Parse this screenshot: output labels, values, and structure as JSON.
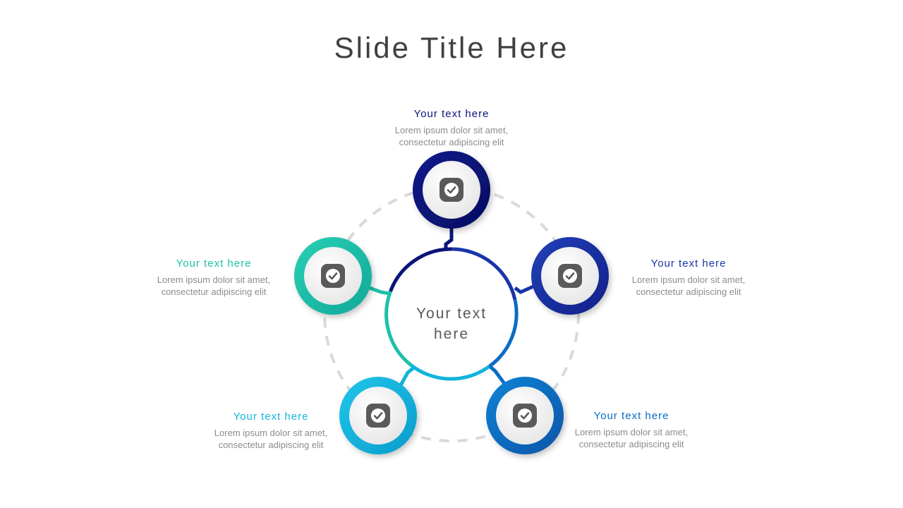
{
  "slide": {
    "title": "Slide Title Here"
  },
  "center": {
    "text": "Your text\nhere"
  },
  "colors": {
    "navy": "#0a1478",
    "blue": "#1a35a8",
    "mid_blue": "#0a6cc6",
    "cyan": "#11b4dc",
    "teal": "#1ec0a8",
    "icon": "#5a5a5a"
  },
  "nodes": [
    {
      "heading": "Your text here",
      "body": "Lorem ipsum dolor sit amet,\nconsectetur adipiscing elit",
      "icon": "check-icon",
      "color": "#0a1478"
    },
    {
      "heading": "Your text here",
      "body": "Lorem ipsum dolor sit amet,\nconsectetur adipiscing elit",
      "icon": "check-icon",
      "color": "#1a35a8"
    },
    {
      "heading": "Your text here",
      "body": "Lorem ipsum dolor sit amet,\nconsectetur adipiscing elit",
      "icon": "check-icon",
      "color": "#0a6cc6"
    },
    {
      "heading": "Your text here",
      "body": "Lorem ipsum dolor sit amet,\nconsectetur adipiscing elit",
      "icon": "check-icon",
      "color": "#11b4dc"
    },
    {
      "heading": "Your text here",
      "body": "Lorem ipsum dolor sit amet,\nconsectetur adipiscing elit",
      "icon": "check-icon",
      "color": "#1ec0a8"
    }
  ]
}
